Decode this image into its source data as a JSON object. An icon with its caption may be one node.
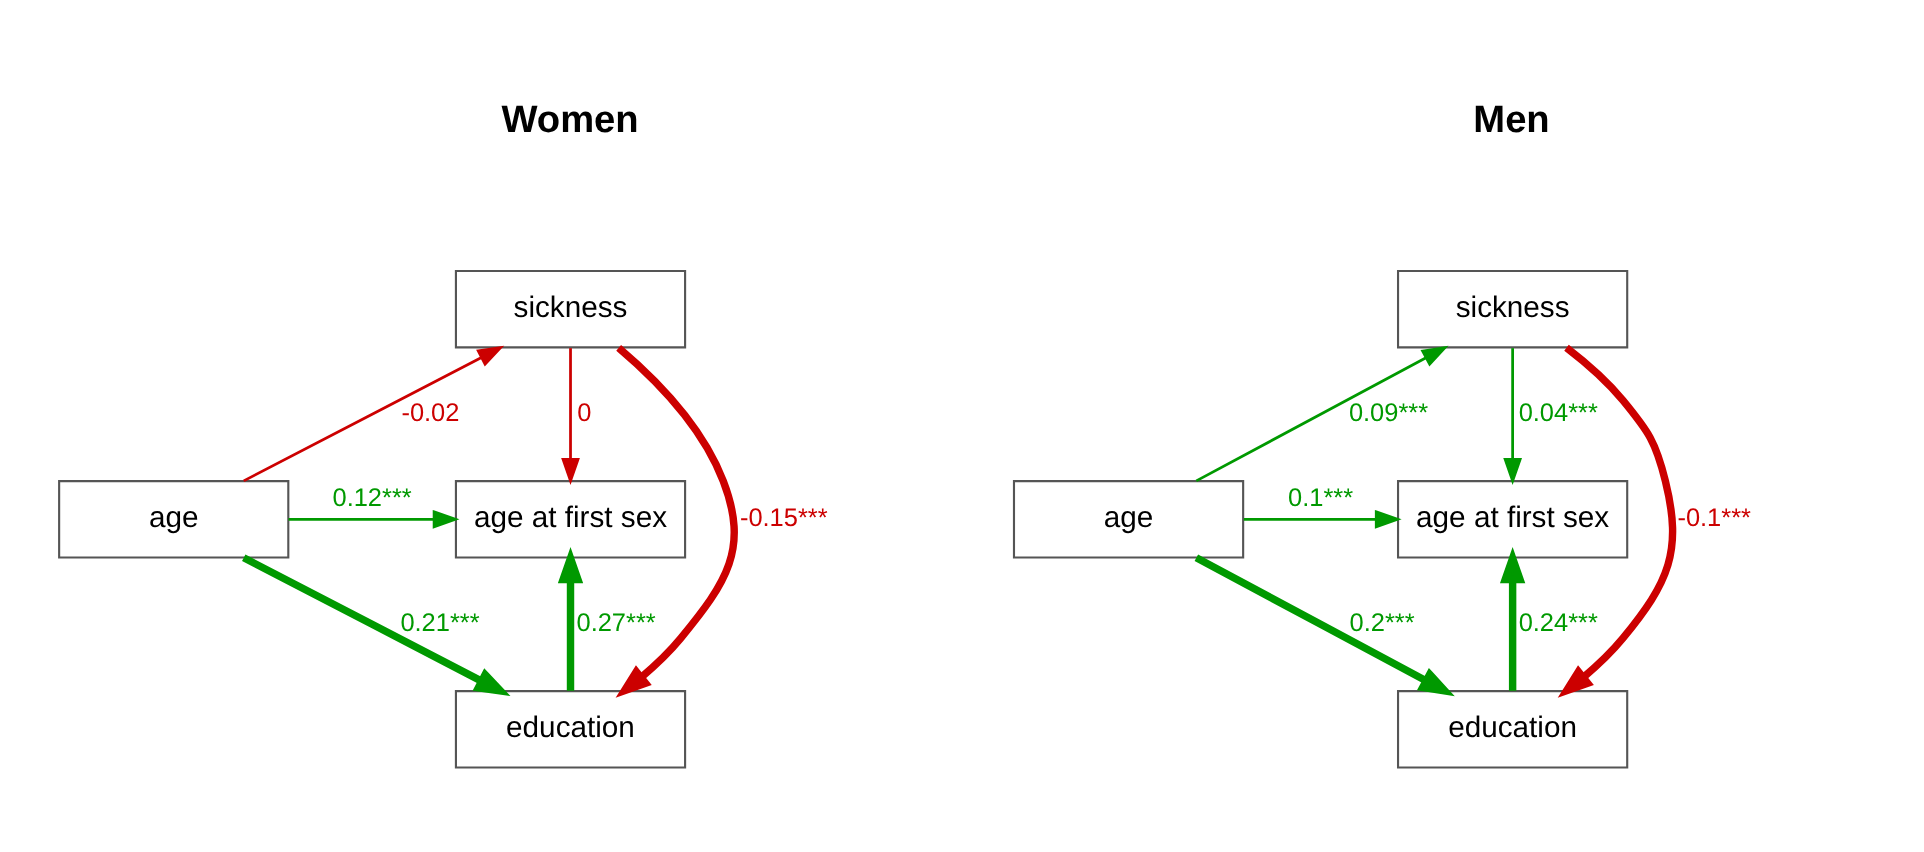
{
  "diagram": {
    "nodes": [
      {
        "text": [
          "sickness"
        ]
      },
      {
        "text": [
          "age"
        ]
      },
      {
        "text": [
          "age at first sex"
        ]
      },
      {
        "text": [
          "education"
        ]
      },
      {
        "text": [
          "sickness"
        ]
      },
      {
        "text": [
          "age"
        ]
      },
      {
        "text": [
          "age at first sex"
        ]
      },
      {
        "text": [
          "education"
        ]
      }
    ],
    "edges": [
      {
        "from": 1,
        "to": 0,
        "arrow": "to",
        "label": "-0.02",
        "color": "#cc0000"
      },
      {
        "from": 0,
        "to": 3,
        "arrow": "to",
        "label": "-0.15***",
        "style": "thick",
        "color": "#cc0000"
      },
      {
        "from": 0,
        "to": 2,
        "arrow": "to",
        "label": "0",
        "color": "#cc0000"
      },
      {
        "from": 1,
        "to": 2,
        "arrow": "to",
        "label": "0.12***"
      },
      {
        "from": 1,
        "to": 3,
        "arrow": "to",
        "label": "0.21***",
        "style": "thick"
      },
      {
        "from": 3,
        "to": 2,
        "arrow": "to",
        "label": "0.27***",
        "style": "thick"
      },
      {
        "from": 5,
        "to": 4,
        "arrow": "to",
        "label": "0.09***"
      },
      {
        "from": 4,
        "to": 7,
        "arrow": "to",
        "label": "-0.1***",
        "style": "thick",
        "color": "#cc0000"
      },
      {
        "from": 4,
        "to": 6,
        "arrow": "to",
        "label": "0.04***"
      },
      {
        "from": 5,
        "to": 6,
        "arrow": "to",
        "label": "0.1***"
      },
      {
        "from": 5,
        "to": 7,
        "arrow": "to",
        "label": "0.2***",
        "style": "thick"
      },
      {
        "from": 7,
        "to": 6,
        "arrow": "to",
        "label": "0.24***",
        "style": "thick"
      }
    ],
    "labels": [
      "Women",
      "Men"
    ]
  }
}
